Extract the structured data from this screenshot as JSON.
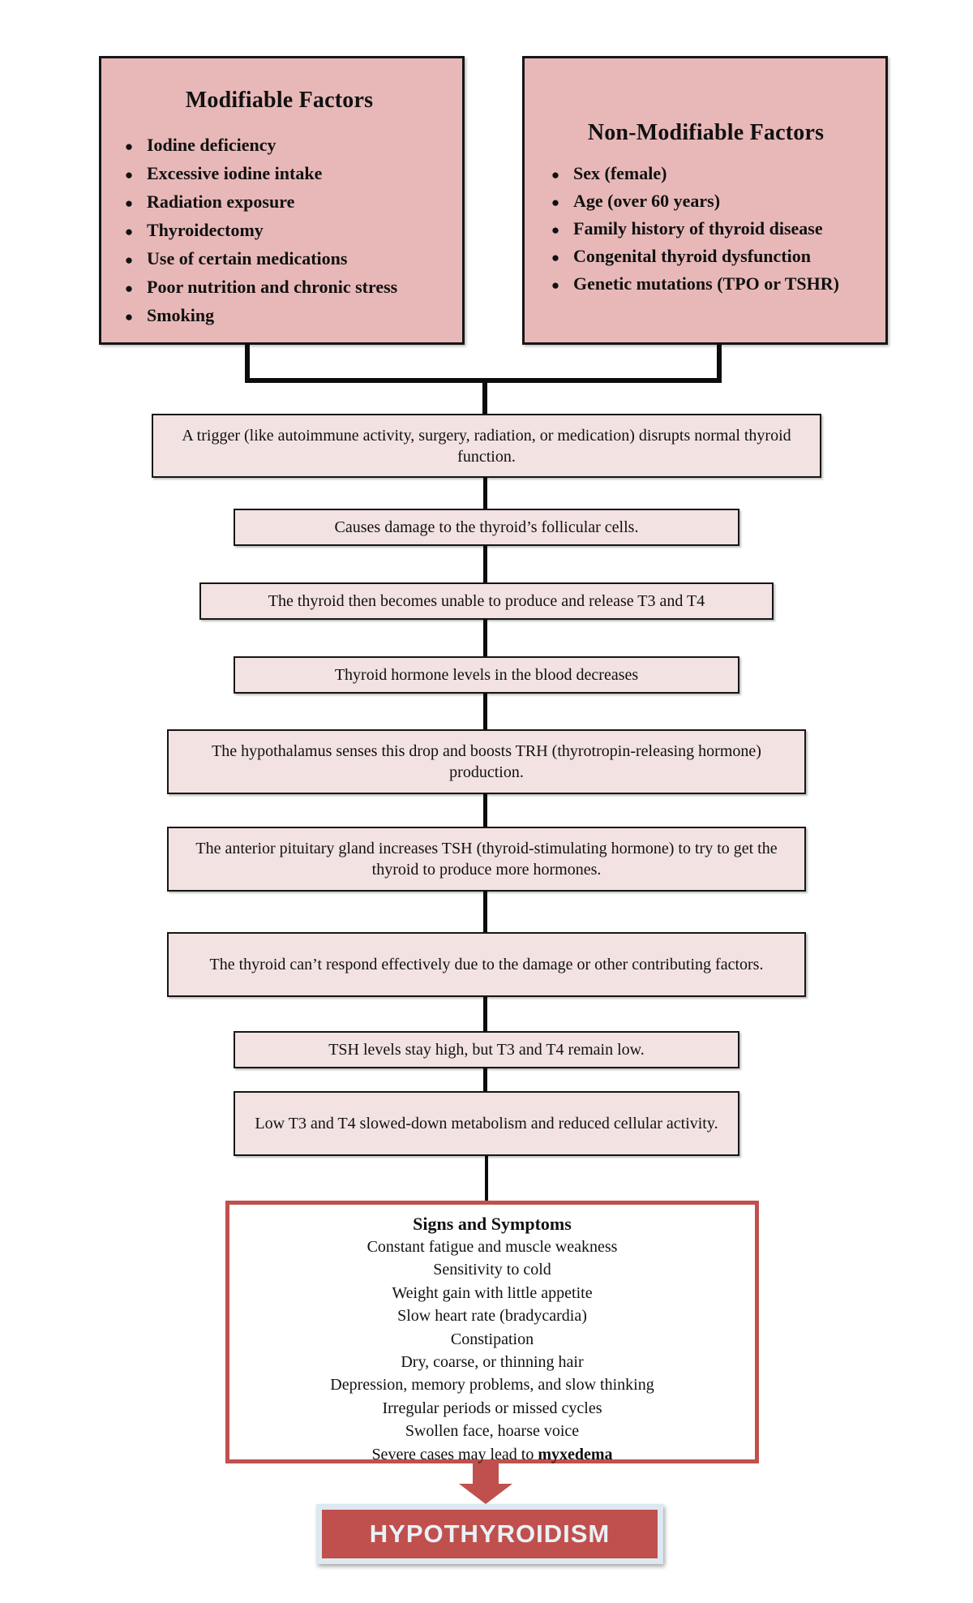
{
  "factors": {
    "modifiable": {
      "title": "Modifiable Factors",
      "items": [
        "Iodine deficiency",
        "Excessive iodine intake",
        "Radiation exposure",
        "Thyroidectomy",
        "Use of certain medications",
        "Poor nutrition and chronic stress",
        "Smoking"
      ]
    },
    "non_modifiable": {
      "title": "Non-Modifiable Factors",
      "items": [
        "Sex (female)",
        "Age (over 60 years)",
        "Family history of thyroid disease",
        "Congenital thyroid dysfunction",
        "Genetic mutations (TPO or TSHR)"
      ]
    }
  },
  "flow": {
    "steps": [
      "A trigger (like autoimmune activity, surgery, radiation, or medication) disrupts normal thyroid function.",
      "Causes damage to the thyroid’s follicular cells.",
      "The thyroid then becomes unable to produce and release T3 and T4",
      "Thyroid hormone levels in the blood decreases",
      "The hypothalamus senses this drop and boosts TRH (thyrotropin-releasing hormone) production.",
      "The anterior pituitary gland increases TSH (thyroid-stimulating hormone) to try to get the thyroid to produce more hormones.",
      "The thyroid can’t respond effectively due to the damage or other contributing factors.",
      "TSH levels stay high, but T3 and T4 remain low.",
      "Low T3 and T4 slowed-down metabolism and reduced cellular activity."
    ]
  },
  "signs": {
    "title": "Signs and Symptoms",
    "lines": [
      "Constant fatigue and muscle weakness",
      "Sensitivity to cold",
      "Weight gain with little appetite",
      "Slow heart rate (bradycardia)",
      "Constipation",
      "Dry, coarse, or thinning hair",
      "Depression, memory problems, and slow thinking",
      "Irregular periods or missed cycles",
      "Swollen face, hoarse voice"
    ],
    "final_line_prefix": "Severe cases may lead to ",
    "final_line_bold": "myxedema"
  },
  "outcome": {
    "label": "HYPOTHYROIDISM"
  },
  "colors": {
    "factor_box_fill": "#e8b8b8",
    "flow_box_fill": "#f3e2e2",
    "accent_red": "#c0504d",
    "banner_frame": "#dde9f1",
    "line_black": "#0c0c0c"
  },
  "icons": {
    "bullet": "bullet-icon",
    "arrow": "arrow-down-icon"
  }
}
